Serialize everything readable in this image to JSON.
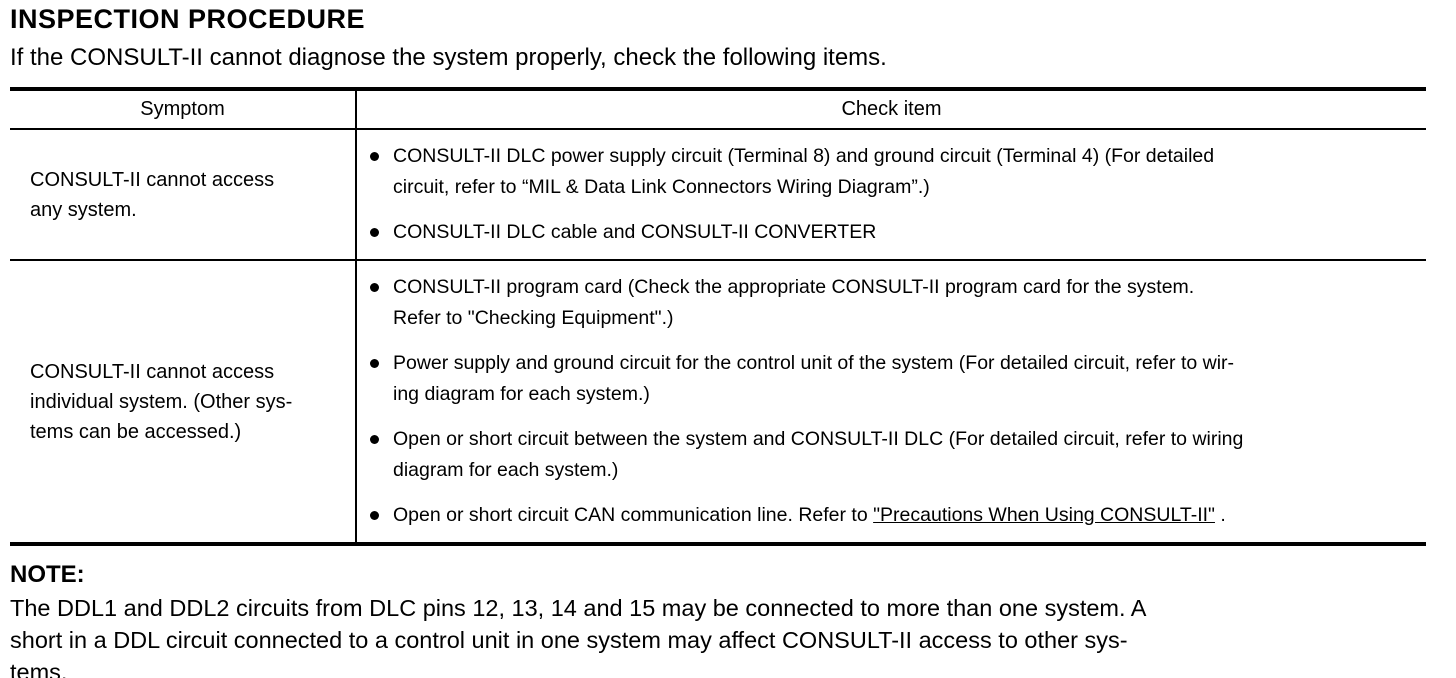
{
  "page": {
    "heading": "INSPECTION PROCEDURE",
    "intro": "If the CONSULT-II cannot diagnose the system properly, check the following items."
  },
  "colors": {
    "text": "#000000",
    "background": "#ffffff",
    "border": "#000000"
  },
  "table": {
    "headers": {
      "symptom": "Symptom",
      "check": "Check item"
    },
    "rows": [
      {
        "symptom": "CONSULT-II cannot access\nany system.",
        "check_items": [
          {
            "segments": [
              {
                "text": "CONSULT-II DLC power supply circuit (Terminal 8) and ground circuit (Terminal 4) (For detailed\ncircuit, refer to “MIL & Data Link Connectors Wiring Diagram”.)"
              }
            ]
          },
          {
            "segments": [
              {
                "text": "CONSULT-II DLC cable and CONSULT-II CONVERTER"
              }
            ]
          }
        ]
      },
      {
        "symptom": "CONSULT-II cannot access\nindividual system. (Other sys-\ntems can be accessed.)",
        "check_items": [
          {
            "segments": [
              {
                "text": "CONSULT-II program card (Check the appropriate CONSULT-II program card for the system.\nRefer to \"Checking Equipment\".)"
              }
            ]
          },
          {
            "segments": [
              {
                "text": "Power supply and ground circuit for the control unit of the system (For detailed circuit, refer to wir-\ning diagram for each system.)"
              }
            ]
          },
          {
            "segments": [
              {
                "text": "Open or short circuit between the system and CONSULT-II DLC (For detailed circuit, refer to wiring\ndiagram for each system.)"
              }
            ]
          },
          {
            "segments": [
              {
                "text": "Open or short circuit CAN communication line. Refer to "
              },
              {
                "text": "\"Precautions When Using CONSULT-II\"",
                "underline": true,
                "name": "precautions-link"
              },
              {
                "text": " ."
              }
            ]
          }
        ]
      }
    ]
  },
  "note": {
    "title": "NOTE:",
    "body": "The DDL1 and DDL2 circuits from DLC pins 12, 13, 14 and 15 may be connected to more than one system. A\nshort in a DDL circuit connected to a control unit in one system may affect CONSULT-II access to other sys-\ntems."
  }
}
